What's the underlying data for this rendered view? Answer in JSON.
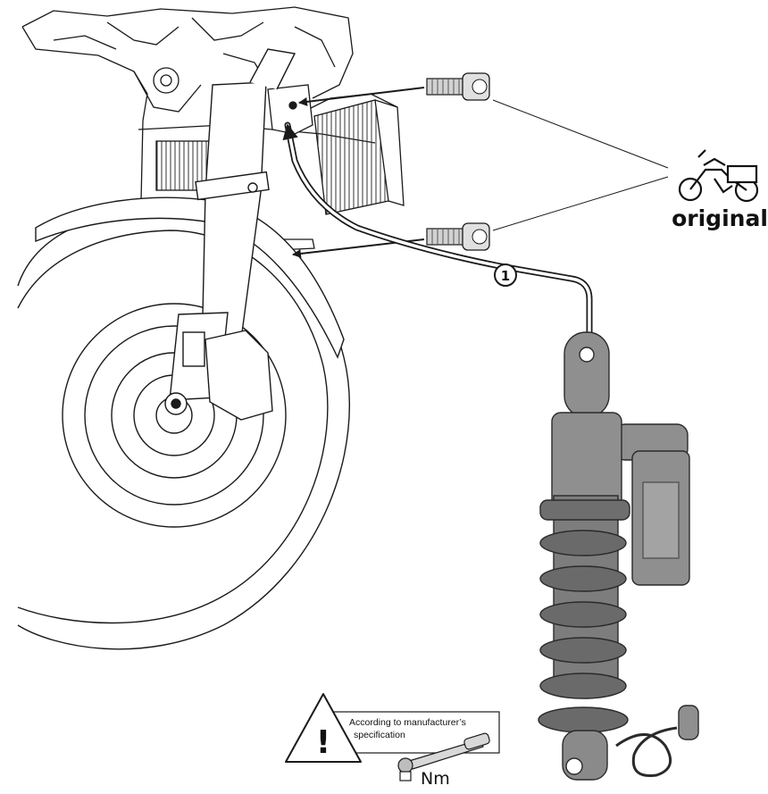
{
  "labels": {
    "original": "original",
    "step_number": "1"
  },
  "warning": {
    "line1": "According to manufacturer’s",
    "line2": "specification",
    "exclamation": "!",
    "torque_unit": "Nm"
  },
  "icons": {
    "original_icon": "motorcycle-with-box-icon",
    "warning_icon": "warning-triangle-icon",
    "torque_icon": "torque-wrench-icon"
  },
  "colors": {
    "line_art": "#1a1a1a",
    "shock_body": "#8f8f8f",
    "shock_dark": "#5e5e5e",
    "background": "#ffffff"
  }
}
